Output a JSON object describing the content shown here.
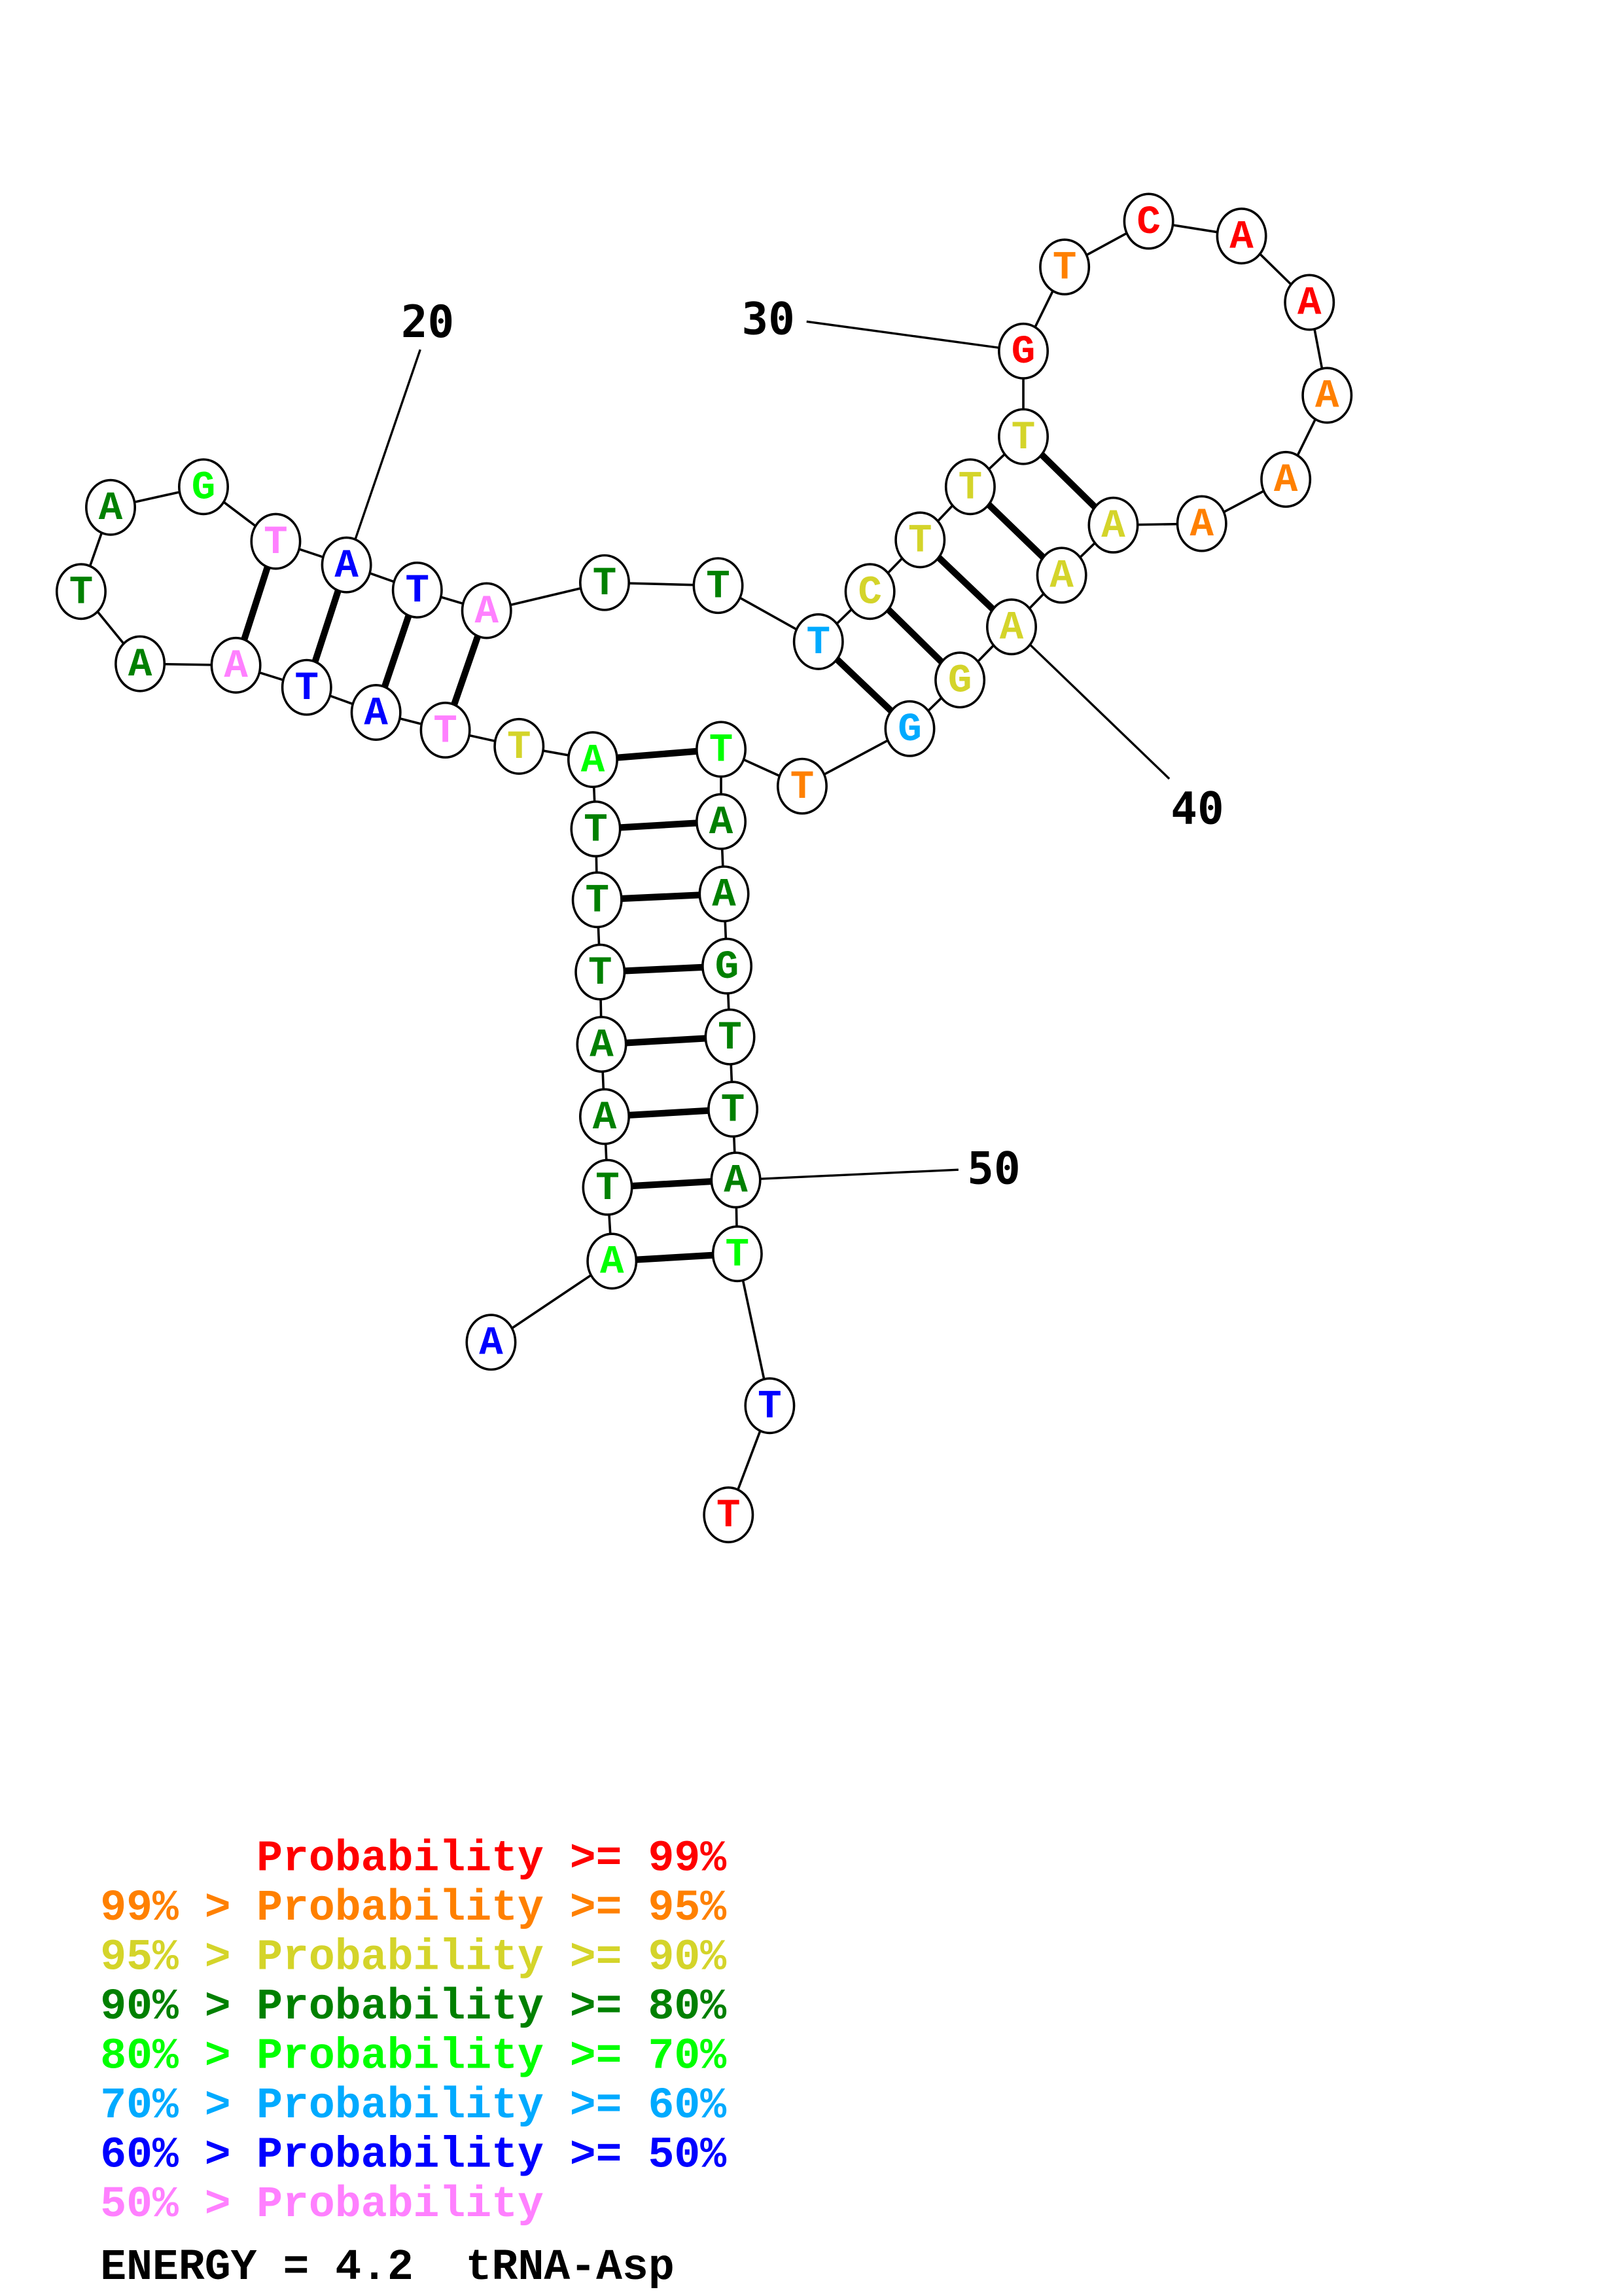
{
  "colors": {
    "p99": "#ff0000",
    "p95": "#ff8000",
    "p90": "#d4d42a",
    "p80": "#008000",
    "p70": "#00ff00",
    "p60": "#00aaff",
    "p50": "#0000ff",
    "plow": "#ff80ff"
  },
  "sequence": [
    "A",
    "A",
    "T",
    "A",
    "A",
    "T",
    "T",
    "T",
    "A",
    "T",
    "T",
    "A",
    "T",
    "A",
    "A",
    "T",
    "A",
    "G",
    "T",
    "A",
    "T",
    "A",
    "T",
    "T",
    "T",
    "C",
    "T",
    "T",
    "T",
    "G",
    "T",
    "C",
    "A",
    "A",
    "A",
    "A",
    "A",
    "A",
    "A",
    "A",
    "G",
    "G",
    "T",
    "T",
    "A",
    "A",
    "G",
    "T",
    "T",
    "A",
    "T",
    "T",
    "T"
  ],
  "probability_bins": [
    "p50",
    "p70",
    "p80",
    "p80",
    "p80",
    "p80",
    "p80",
    "p80",
    "p70",
    "p90",
    "plow",
    "p50",
    "p50",
    "plow",
    "p80",
    "p80",
    "p80",
    "p70",
    "plow",
    "p50",
    "p50",
    "plow",
    "p80",
    "p80",
    "p60",
    "p90",
    "p90",
    "p90",
    "p90",
    "p99",
    "p95",
    "p99",
    "p99",
    "p99",
    "p95",
    "p95",
    "p95",
    "p90",
    "p90",
    "p90",
    "p90",
    "p60",
    "p95",
    "p70",
    "p80",
    "p80",
    "p80",
    "p80",
    "p80",
    "p80",
    "p70",
    "p50",
    "p99"
  ],
  "pairs": [
    [
      2,
      51
    ],
    [
      3,
      50
    ],
    [
      4,
      49
    ],
    [
      5,
      48
    ],
    [
      6,
      47
    ],
    [
      7,
      46
    ],
    [
      8,
      45
    ],
    [
      9,
      44
    ],
    [
      11,
      22
    ],
    [
      12,
      21
    ],
    [
      13,
      20
    ],
    [
      14,
      19
    ],
    [
      25,
      42
    ],
    [
      26,
      41
    ],
    [
      27,
      40
    ],
    [
      28,
      39
    ],
    [
      29,
      38
    ]
  ],
  "position_labels": [
    "20",
    "30",
    "40",
    "50"
  ],
  "legend": [
    {
      "prefix": "    ",
      "text": "Probability >= 99%",
      "bin": "p99"
    },
    {
      "prefix": "99% > ",
      "text": "Probability >= 95%",
      "bin": "p95"
    },
    {
      "prefix": "95% > ",
      "text": "Probability >= 90%",
      "bin": "p90"
    },
    {
      "prefix": "90% > ",
      "text": "Probability >= 80%",
      "bin": "p80"
    },
    {
      "prefix": "80% > ",
      "text": "Probability >= 70%",
      "bin": "p70"
    },
    {
      "prefix": "70% > ",
      "text": "Probability >= 60%",
      "bin": "p60"
    },
    {
      "prefix": "60% > ",
      "text": "Probability >= 50%",
      "bin": "p50"
    },
    {
      "prefix": "50% > ",
      "text": "Probability",
      "bin": "plow"
    }
  ],
  "footer": "ENERGY = 4.2  tRNA-Asp"
}
